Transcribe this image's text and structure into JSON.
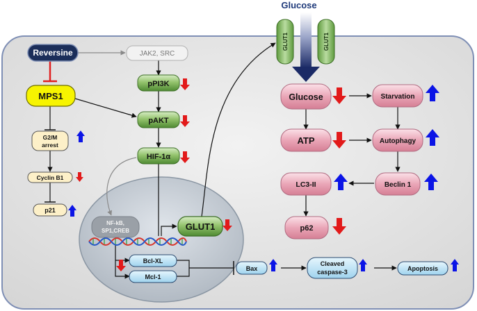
{
  "title": "Glucose",
  "transporter": {
    "label": "GLUT1"
  },
  "nodes": {
    "reversine": "Reversine",
    "jak2_src": "JAK2, SRC",
    "mps1": "MPS1",
    "ppi3k": "pPI3K",
    "pakt": "pAKT",
    "hif1a": "HIF-1α",
    "g2m_line1": "G2/M",
    "g2m_line2": "arrest",
    "cyclin_b1": "Cyclin B1",
    "p21": "p21",
    "glut1_nucleus": "GLUT1",
    "nfkb_line1": "NF-kB,",
    "nfkb_line2": "SP1,CREB",
    "bcl_xl": "Bcl-XL",
    "mcl1": "Mcl-1",
    "bax": "Bax",
    "cleaved_line1": "Cleaved",
    "cleaved_line2": "caspase-3",
    "apoptosis": "Apoptosis",
    "glucose_inner": "Glucose",
    "atp": "ATP",
    "starvation": "Starvation",
    "autophagy": "Autophagy",
    "lc3ii": "LC3-II",
    "beclin1": "Beclin 1",
    "p62": "p62"
  },
  "colors": {
    "up_arrow": "#0b14e6",
    "down_arrow": "#e21a1a",
    "inhibition": "#e02020",
    "green_node": "#7fae5a",
    "pink_node": "#eaa6b7",
    "blue_node": "#bfe3f5",
    "yellow_node": "#f7f400",
    "cream_node": "#fdf0c8",
    "reversine_node": "#1b2e5a",
    "cell_fill": "#e4e4e4",
    "nucleus_fill": "#bfc8d0"
  }
}
